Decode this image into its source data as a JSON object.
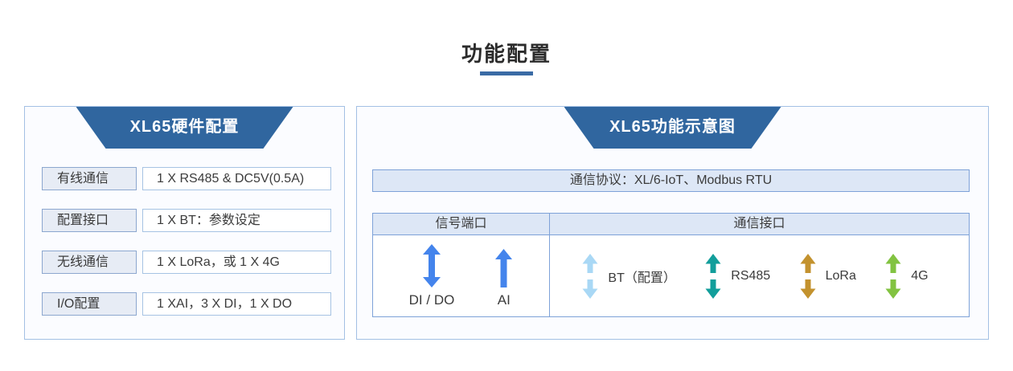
{
  "page": {
    "title": "功能配置"
  },
  "hardware_panel": {
    "header": "XL65硬件配置",
    "rows": [
      {
        "label": "有线通信",
        "value": "1 X RS485 & DC5V(0.5A)"
      },
      {
        "label": "配置接口",
        "value": "1 X BT：参数设定"
      },
      {
        "label": "无线通信",
        "value": "1 X LoRa，或 1 X 4G"
      },
      {
        "label": "I/O配置",
        "value": "1 XAI，3 X DI，1 X DO"
      }
    ]
  },
  "function_panel": {
    "header": "XL65功能示意图",
    "protocol_bar": "通信协议：XL/6-IoT、Modbus RTU",
    "table": {
      "signal_header": "信号端口",
      "comm_header": "通信接口",
      "signal_items": [
        {
          "label": "DI / DO",
          "arrow": "double-arrow-icon",
          "color": "#4484ec"
        },
        {
          "label": "AI",
          "arrow": "up-arrow-icon",
          "color": "#4484ec"
        }
      ],
      "comm_items": [
        {
          "label": "BT（配置）",
          "arrow": "split-double-arrow-icon",
          "color": "#a9d8f5"
        },
        {
          "label": "RS485",
          "arrow": "split-double-arrow-icon",
          "color": "#129e9b"
        },
        {
          "label": "LoRa",
          "arrow": "split-double-arrow-icon",
          "color": "#c3922e"
        },
        {
          "label": "4G",
          "arrow": "split-double-arrow-icon",
          "color": "#82c341"
        }
      ]
    }
  },
  "colors": {
    "accent_blue": "#30669f",
    "underline_blue": "#3a6ba5",
    "panel_border": "#a3c0e4",
    "table_border": "#7ea2d8",
    "header_fill": "#dde7f6",
    "label_fill": "#e7ecf5"
  }
}
